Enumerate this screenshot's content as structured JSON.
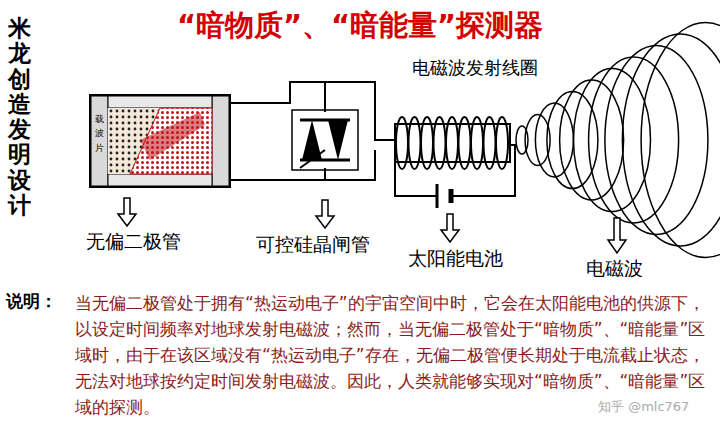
{
  "diagram": {
    "title": "“暗物质”、“暗能量”探测器",
    "caption": "当无偏二极管处于拥有“热运动电子”的宇宙空间中时，它会在太阳能电池的供源下，以设定时间频率对地球发射电磁波；然而，当无偏二极管处于“暗物质”、“暗能量”区域时，由于在该区域没有“热运动电子”存在，无偏二极管便长期处于电流截止状态，无法对地球按约定时间发射电磁波。因此，人类就能够实现对“暗物质”、“暗能量”区域的探测。",
    "labels": [
      "米龙创造发明设计",
      "载波片",
      "电磁波发射线圈",
      "无偏二极管",
      "可控硅晶闸管",
      "太阳能电池",
      "电磁波",
      "说明：",
      "知乎 @mlc767"
    ]
  }
}
